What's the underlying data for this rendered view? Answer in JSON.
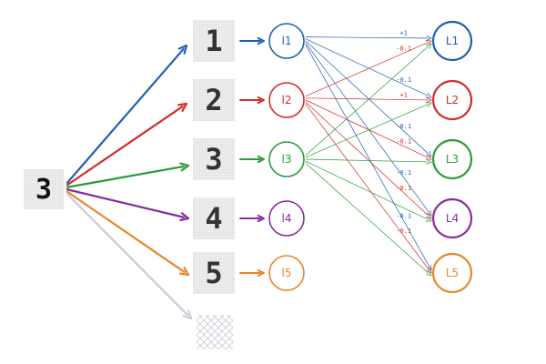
{
  "input": {
    "digit": "3"
  },
  "colors": {
    "blue": "#1f5fb0",
    "red": "#d42a2a",
    "green": "#2a9a3a",
    "purple": "#8a2aa0",
    "orange": "#e8862a",
    "gray": "#c8ccd4",
    "tile_bg": "#ededed",
    "tile_grid": "#d6d6d6",
    "digit_ink": "#333333"
  },
  "templates": [
    {
      "digit": "1",
      "color": "blue"
    },
    {
      "digit": "2",
      "color": "red"
    },
    {
      "digit": "3",
      "color": "green"
    },
    {
      "digit": "4",
      "color": "purple"
    },
    {
      "digit": "5",
      "color": "orange"
    },
    {
      "digit": "",
      "color": "gray"
    }
  ],
  "hidden_nodes": [
    {
      "label": "l1",
      "color": "blue"
    },
    {
      "label": "l2",
      "color": "red"
    },
    {
      "label": "l3",
      "color": "green"
    },
    {
      "label": "l4",
      "color": "purple"
    },
    {
      "label": "l5",
      "color": "orange"
    }
  ],
  "output_nodes": [
    {
      "label": "L1",
      "color": "blue"
    },
    {
      "label": "L2",
      "color": "red"
    },
    {
      "label": "L3",
      "color": "green"
    },
    {
      "label": "L4",
      "color": "purple"
    },
    {
      "label": "L5",
      "color": "orange"
    }
  ],
  "weights": [
    {
      "from": 0,
      "to": 0,
      "label": "+1"
    },
    {
      "from": 0,
      "to": 1,
      "label": "-0.1"
    },
    {
      "from": 0,
      "to": 2,
      "label": "-0.1"
    },
    {
      "from": 0,
      "to": 3,
      "label": "-0.1"
    },
    {
      "from": 0,
      "to": 4,
      "label": "-0.1"
    },
    {
      "from": 1,
      "to": 0,
      "label": "-0.1"
    },
    {
      "from": 1,
      "to": 1,
      "label": "+1"
    },
    {
      "from": 1,
      "to": 2,
      "label": "-0.1"
    },
    {
      "from": 1,
      "to": 3,
      "label": "-0.1"
    },
    {
      "from": 1,
      "to": 4,
      "label": "-0.1"
    },
    {
      "from": 2,
      "to": 0,
      "label": ""
    },
    {
      "from": 2,
      "to": 1,
      "label": ""
    },
    {
      "from": 2,
      "to": 2,
      "label": ""
    },
    {
      "from": 2,
      "to": 3,
      "label": ""
    },
    {
      "from": 2,
      "to": 4,
      "label": ""
    }
  ]
}
